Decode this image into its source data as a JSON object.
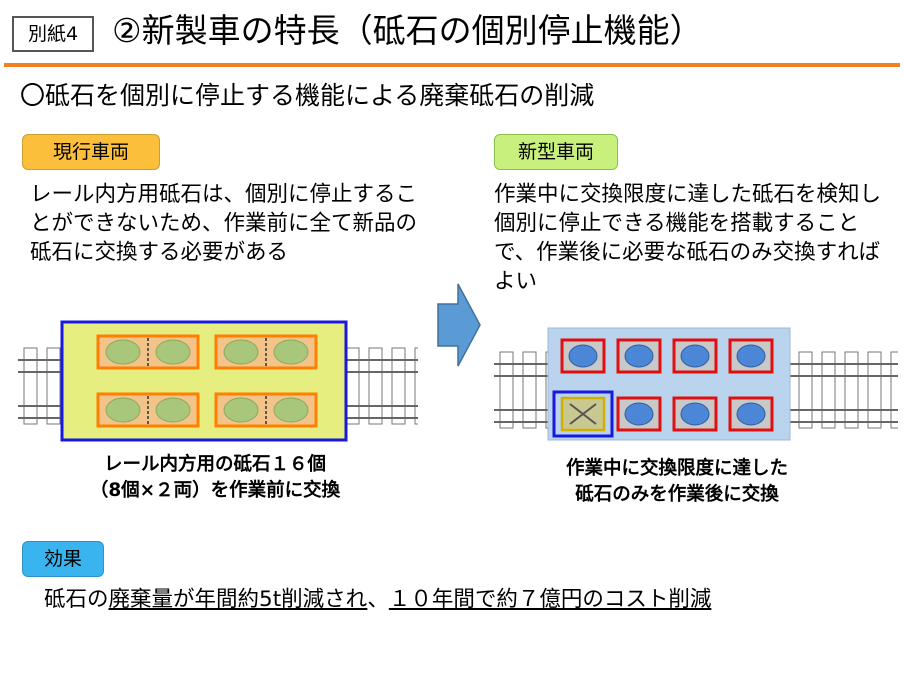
{
  "header": {
    "attachment_label": "別紙4",
    "title": "②新製車の特長（砥石の個別停止機能）",
    "accent_color": "#f08020"
  },
  "section_heading": "〇砥石を個別に停止する機能による廃棄砥石の削減",
  "current_vehicle": {
    "badge": "現行車両",
    "description": "レール内方用砥石は、個別に停止することができないため、作業前に全て新品の砥石に交換する必要がある",
    "caption_line1": "レール内方用の砥石１６個",
    "caption_line2": "（8個×２両）を作業前に交換"
  },
  "arrow_icon": "right-arrow-icon",
  "new_vehicle": {
    "badge": "新型車両",
    "description": "作業中に交換限度に達した砥石を検知し個別に停止できる機能を搭載することで、作業後に必要な砥石のみ交換すればよい",
    "caption_line1": "作業中に交換限度に達した",
    "caption_line2": "砥石のみを作業後に交換"
  },
  "effect": {
    "badge": "効果",
    "text_part1": "砥石の",
    "text_part2": "廃棄量が年間約5t削減され",
    "text_part3": "、",
    "text_part4": "１０年間で約７億円のコスト削減"
  }
}
